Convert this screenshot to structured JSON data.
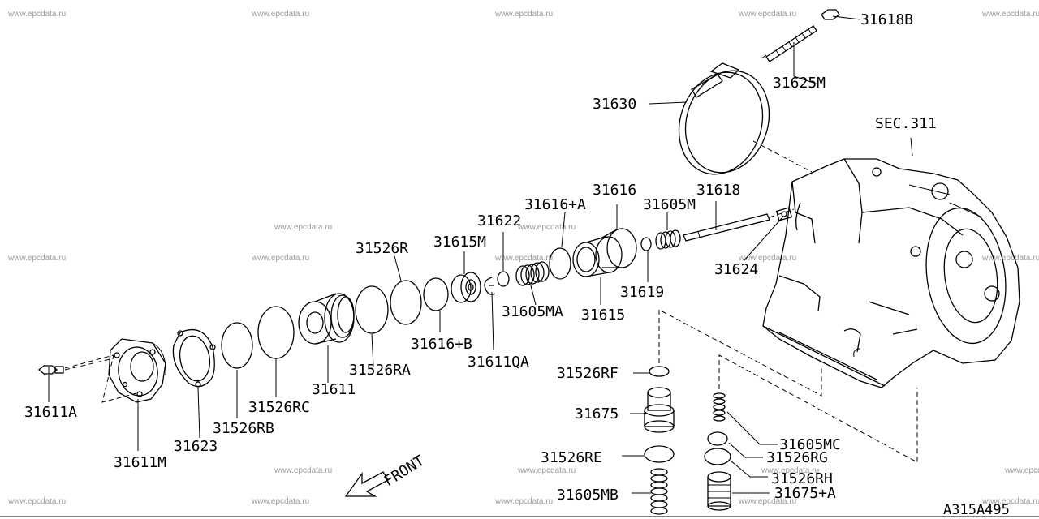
{
  "watermark": "www.epcdata.ru",
  "diagram_code": "A315A495",
  "front_label": "FRONT",
  "section_label": "SEC.311",
  "parts": [
    "31618B",
    "31625M",
    "31630",
    "31616",
    "31616+A",
    "31605M",
    "31618",
    "31622",
    "31615M",
    "31526R",
    "31624",
    "31605MA",
    "31615",
    "31619",
    "31616+B",
    "31611QA",
    "31526RA",
    "31611",
    "31526RC",
    "31526RB",
    "31623",
    "31611A",
    "31611M",
    "31526RF",
    "31675",
    "31526RE",
    "31605MB",
    "31605MC",
    "31526RG",
    "31526RH",
    "31675+A"
  ]
}
